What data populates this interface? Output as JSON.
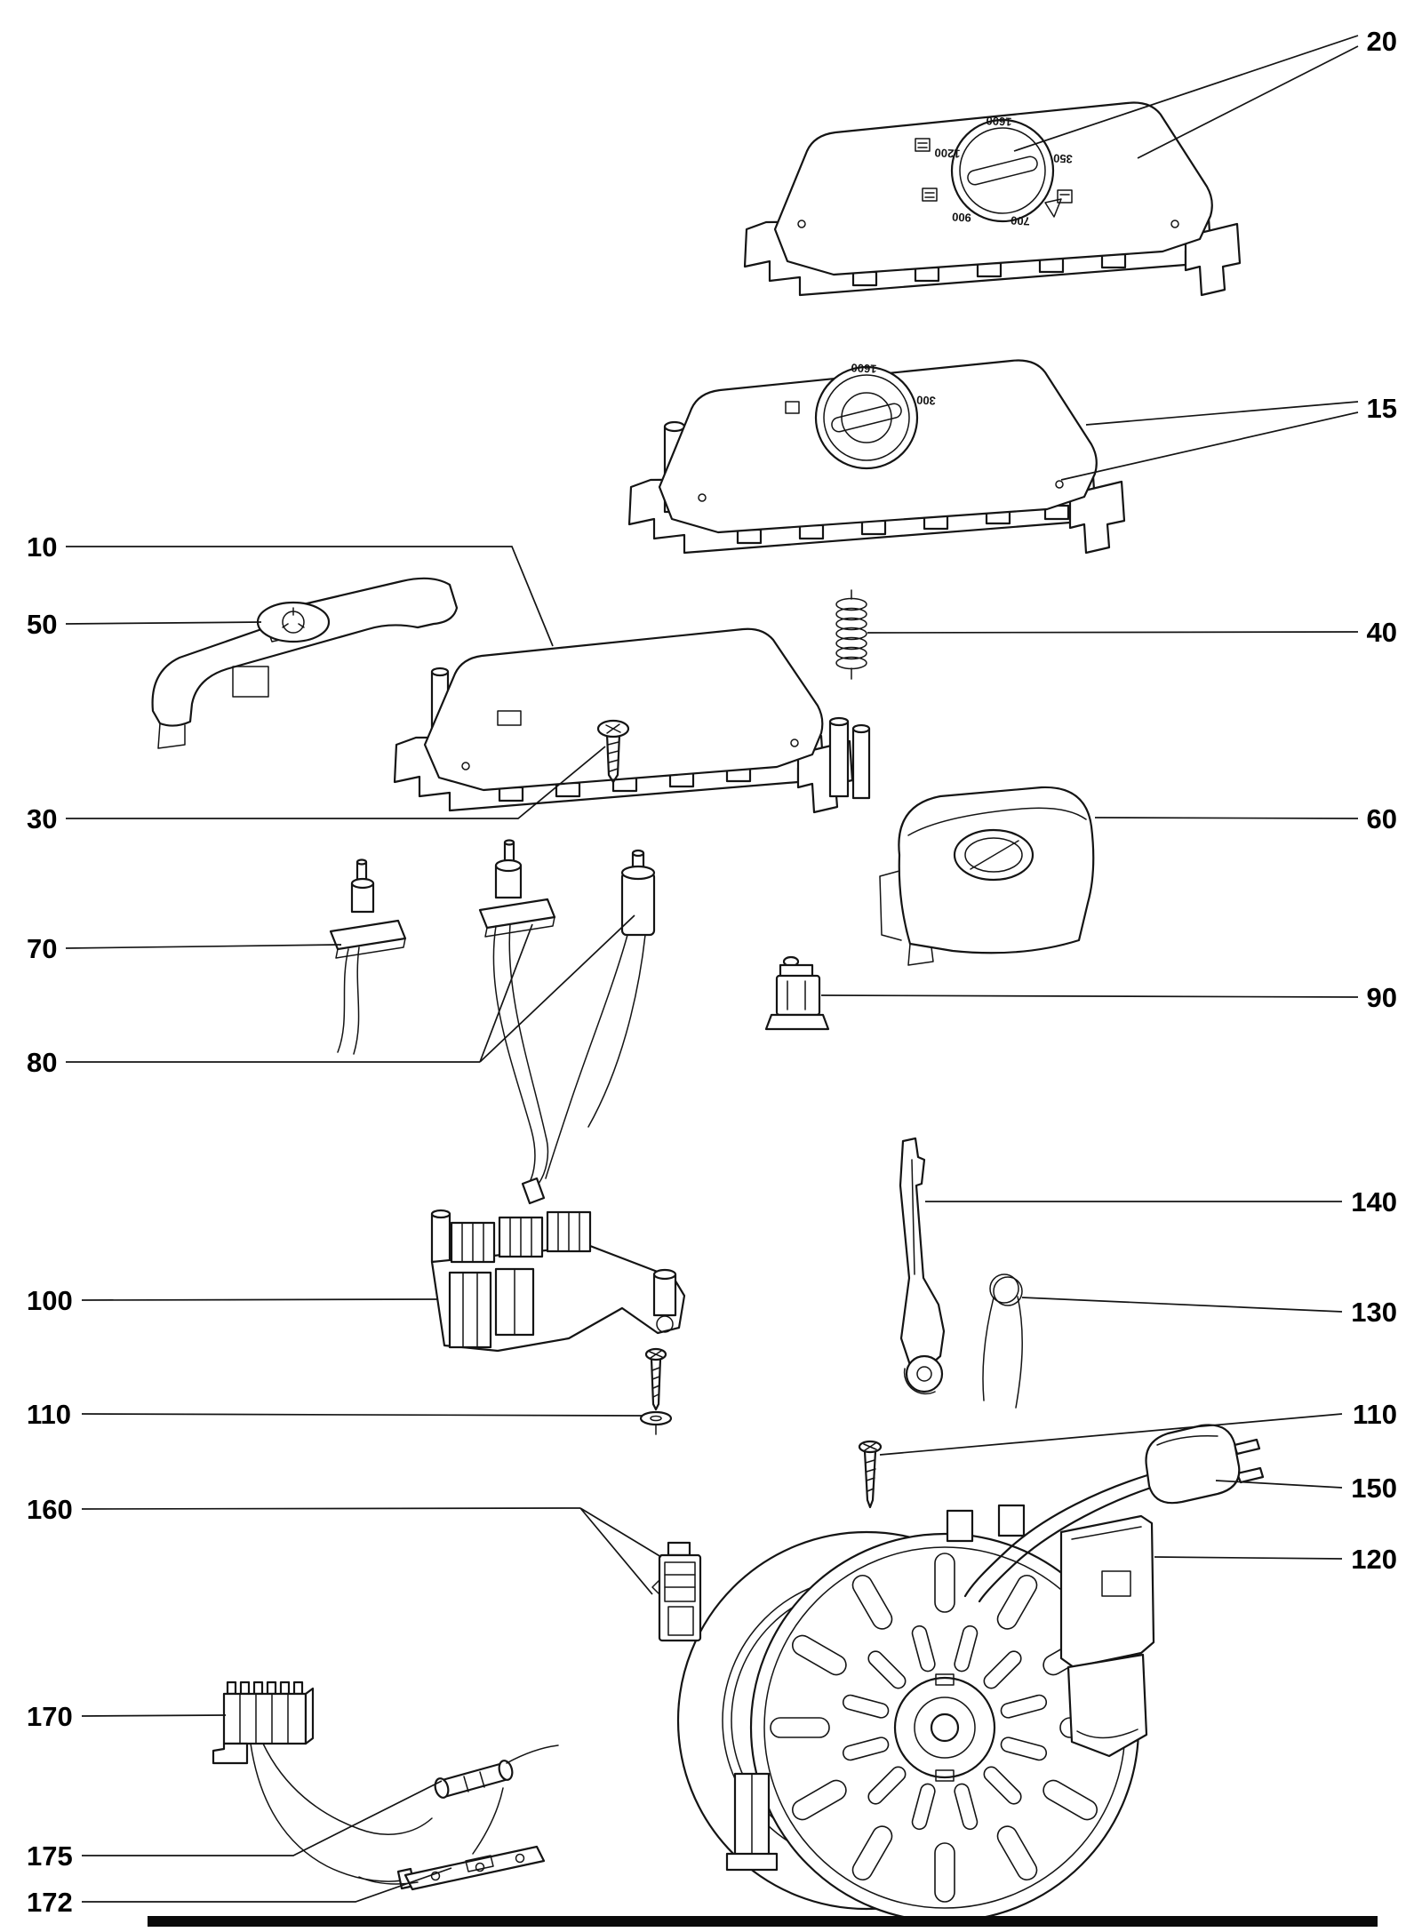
{
  "callouts": {
    "c20": "20",
    "c15": "15",
    "c10": "10",
    "c50": "50",
    "c40": "40",
    "c30": "30",
    "c60": "60",
    "c70": "70",
    "c90": "90",
    "c80": "80",
    "c100": "100",
    "c140": "140",
    "c130": "130",
    "c110_left": "110",
    "c110_right": "110",
    "c150": "150",
    "c160": "160",
    "c120": "120",
    "c170": "170",
    "c175": "175",
    "c172": "172"
  },
  "dial_top_cover": {
    "m1": "1600",
    "m2": "1200",
    "m3": "350",
    "m4": "900",
    "m5": "700"
  },
  "dial_mid_cover": {
    "m1": "1600",
    "m2": "300"
  }
}
